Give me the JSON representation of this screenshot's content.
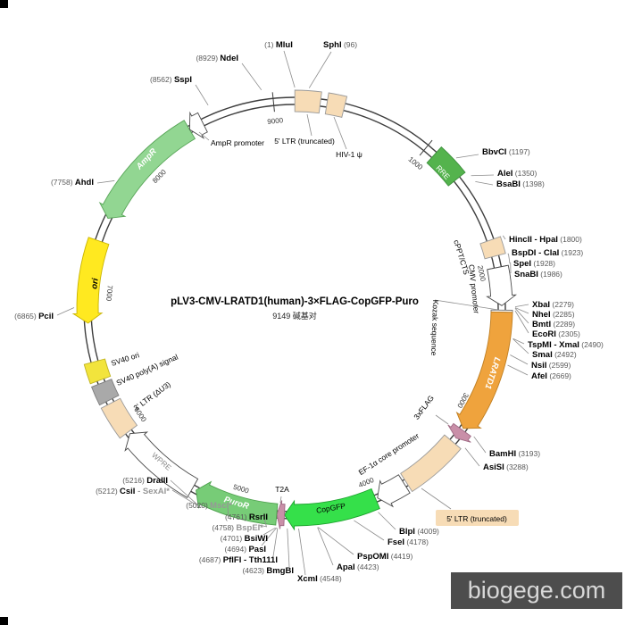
{
  "title": "pLV3-CMV-LRATD1(human)-3×FLAG-CopGFP-Puro",
  "subtitle_bp": "9149 碱基对",
  "watermark": "biogege.com",
  "plasmid": {
    "length_bp": 9149,
    "tick_interval": 1000,
    "ticks": [
      1000,
      2000,
      3000,
      4000,
      5000,
      6000,
      7000,
      8000,
      9000
    ],
    "features": [
      {
        "id": "ltr5top",
        "label": "5' LTR (truncated)",
        "start": 1,
        "end": 181,
        "shape": "box",
        "dir": "none",
        "fill": "#f7dcb6",
        "stroke": "#9a9a9a",
        "label_fill": "#000000"
      },
      {
        "id": "psi",
        "label": "HIV-1 ψ",
        "start": 228,
        "end": 353,
        "shape": "box",
        "dir": "none",
        "fill": "#f7dcb6",
        "stroke": "#9a9a9a",
        "label_fill": "#000000"
      },
      {
        "id": "rre",
        "label": "RRE",
        "start": 1076,
        "end": 1309,
        "shape": "box",
        "dir": "none",
        "fill": "#54b34d",
        "stroke": "#3c8f3c",
        "label_fill": "#ffffff"
      },
      {
        "id": "cppt",
        "label": "cPPT/CTS",
        "start": 1801,
        "end": 1918,
        "shape": "box",
        "dir": "none",
        "fill": "#f7dcb6",
        "stroke": "#9a9a9a",
        "label_fill": "#000000"
      },
      {
        "id": "cmv",
        "label": "CMV promoter",
        "start": 2000,
        "end": 2270,
        "shape": "arrow",
        "dir": "cw",
        "fill": "#ffffff",
        "stroke": "#4a4a4a",
        "label_fill": "#000000"
      },
      {
        "id": "kozak",
        "label": "Kozak sequence",
        "start": 2302,
        "end": 2316,
        "shape": "box",
        "dir": "none",
        "fill": "#ffffff",
        "stroke": "#777777",
        "label_fill": "#000000"
      },
      {
        "id": "lratd1",
        "label": "LRATD1",
        "start": 2316,
        "end": 3190,
        "shape": "arrow",
        "dir": "cw",
        "fill": "#efa33d",
        "stroke": "#c07f22",
        "label_fill": "#ffffff",
        "big": true
      },
      {
        "id": "flag",
        "label": "3xFLAG",
        "start": 3203,
        "end": 3275,
        "shape": "arrow",
        "dir": "cw",
        "fill": "#c98fa8",
        "stroke": "#a06b85",
        "label_fill": "#000000"
      },
      {
        "id": "ltr5b",
        "label": "5' LTR (truncated)",
        "start": 3310,
        "end": 3745,
        "shape": "box",
        "dir": "none",
        "fill": "#f7dcb6",
        "stroke": "#9a9a9a",
        "label_fill": "#000000",
        "label_bg": "#f7dcb6"
      },
      {
        "id": "ef1a",
        "label": "EF-1α core promoter",
        "start": 3763,
        "end": 3975,
        "shape": "arrow",
        "dir": "cw",
        "fill": "#ffffff",
        "stroke": "#4a4a4a",
        "label_fill": "#000000"
      },
      {
        "id": "copgfp",
        "label": "CopGFP",
        "start": 3990,
        "end": 4646,
        "shape": "arrow",
        "dir": "cw",
        "fill": "#35e04a",
        "stroke": "#1da32e",
        "label_fill": "#000000"
      },
      {
        "id": "t2a",
        "label": "T2A",
        "start": 4647,
        "end": 4700,
        "shape": "arrow",
        "dir": "cw",
        "fill": "#c98fa8",
        "stroke": "#a06b85",
        "label_fill": "#000000"
      },
      {
        "id": "puror",
        "label": "PuroR",
        "start": 4701,
        "end": 5297,
        "shape": "arrow",
        "dir": "cw",
        "fill": "#77cc77",
        "stroke": "#4da04d",
        "label_fill": "#ffffff",
        "big": true
      },
      {
        "id": "wpre",
        "label": "WPRE",
        "start": 5325,
        "end": 5913,
        "shape": "arrow",
        "dir": "cw",
        "fill": "#ffffff",
        "stroke": "#4a4a4a",
        "label_fill": "#8a8a8a"
      },
      {
        "id": "ltr3",
        "label": "3' LTR (ΔU3)",
        "start": 5930,
        "end": 6166,
        "shape": "box",
        "dir": "none",
        "fill": "#f7dcb6",
        "stroke": "#9a9a9a",
        "label_fill": "#000000"
      },
      {
        "id": "sv40pa",
        "label": "SV40 poly(A) signal",
        "start": 6190,
        "end": 6322,
        "shape": "box",
        "dir": "none",
        "fill": "#a9a9a9",
        "stroke": "#7e7e7e",
        "label_fill": "#000000"
      },
      {
        "id": "sv40ori",
        "label": "SV40 ori",
        "start": 6345,
        "end": 6480,
        "shape": "box",
        "dir": "none",
        "fill": "#f2e43c",
        "stroke": "#c0b320",
        "label_fill": "#000000"
      },
      {
        "id": "ori",
        "label": "ori",
        "start": 6755,
        "end": 7343,
        "shape": "arrow",
        "dir": "ccw",
        "fill": "#ffe920",
        "stroke": "#c9b400",
        "label_fill": "#000000",
        "big": true
      },
      {
        "id": "ampr",
        "label": "AmpR",
        "start": 7514,
        "end": 8374,
        "shape": "arrow",
        "dir": "ccw",
        "fill": "#92d692",
        "stroke": "#59a659",
        "label_fill": "#ffffff",
        "big": true
      },
      {
        "id": "amprprom",
        "label": "AmpR promoter",
        "start": 8375,
        "end": 8479,
        "shape": "arrow",
        "dir": "ccw",
        "fill": "#ffffff",
        "stroke": "#4a4a4a",
        "label_fill": "#000000"
      }
    ],
    "sites": [
      {
        "bp": 1,
        "parts": [
          [
            "(1) ",
            "p"
          ],
          [
            "MluI",
            "n"
          ]
        ]
      },
      {
        "bp": 96,
        "parts": [
          [
            "SphI",
            "n"
          ],
          [
            " (96)",
            "p"
          ]
        ]
      },
      {
        "bp": 8929,
        "parts": [
          [
            "(8929) ",
            "p"
          ],
          [
            "NdeI",
            "n"
          ]
        ]
      },
      {
        "bp": 8562,
        "parts": [
          [
            "(8562) ",
            "p"
          ],
          [
            "SspI",
            "n"
          ]
        ]
      },
      {
        "bp": 7758,
        "parts": [
          [
            "(7758) ",
            "p"
          ],
          [
            "AhdI",
            "n"
          ]
        ]
      },
      {
        "bp": 6865,
        "parts": [
          [
            "(6865) ",
            "p"
          ],
          [
            "PciI",
            "n"
          ]
        ]
      },
      {
        "bp": 1197,
        "parts": [
          [
            "BbvCI",
            "n"
          ],
          [
            " (1197)",
            "p"
          ]
        ]
      },
      {
        "bp": 1350,
        "parts": [
          [
            "AleI",
            "n"
          ],
          [
            " (1350)",
            "p"
          ]
        ]
      },
      {
        "bp": 1398,
        "parts": [
          [
            "BsaBI",
            "n"
          ],
          [
            " (1398)",
            "p"
          ]
        ]
      },
      {
        "bp": 1800,
        "parts": [
          [
            "HincII - HpaI",
            "n"
          ],
          [
            " (1800)",
            "p"
          ]
        ]
      },
      {
        "bp": 1923,
        "parts": [
          [
            "BspDI - ClaI",
            "n"
          ],
          [
            " (1923)",
            "p"
          ]
        ]
      },
      {
        "bp": 1928,
        "parts": [
          [
            "SpeI",
            "n"
          ],
          [
            " (1928)",
            "p"
          ]
        ]
      },
      {
        "bp": 1986,
        "parts": [
          [
            "SnaBI",
            "n"
          ],
          [
            " (1986)",
            "p"
          ]
        ]
      },
      {
        "bp": 2279,
        "parts": [
          [
            "XbaI",
            "n"
          ],
          [
            " (2279)",
            "p"
          ]
        ]
      },
      {
        "bp": 2285,
        "parts": [
          [
            "NheI",
            "n"
          ],
          [
            " (2285)",
            "p"
          ]
        ]
      },
      {
        "bp": 2289,
        "parts": [
          [
            "BmtI",
            "n"
          ],
          [
            " (2289)",
            "p"
          ]
        ]
      },
      {
        "bp": 2305,
        "parts": [
          [
            "EcoRI",
            "n"
          ],
          [
            " (2305)",
            "p"
          ]
        ]
      },
      {
        "bp": 2490,
        "parts": [
          [
            "TspMI - XmaI",
            "n"
          ],
          [
            " (2490)",
            "p"
          ]
        ]
      },
      {
        "bp": 2492,
        "parts": [
          [
            "SmaI",
            "n"
          ],
          [
            " (2492)",
            "p"
          ]
        ]
      },
      {
        "bp": 2599,
        "parts": [
          [
            "NsiI",
            "n"
          ],
          [
            " (2599)",
            "p"
          ]
        ]
      },
      {
        "bp": 2669,
        "parts": [
          [
            "AfeI",
            "n"
          ],
          [
            " (2669)",
            "p"
          ]
        ]
      },
      {
        "bp": 3193,
        "parts": [
          [
            "BamHI",
            "n"
          ],
          [
            " (3193)",
            "p"
          ]
        ]
      },
      {
        "bp": 3288,
        "parts": [
          [
            "AsiSI",
            "n"
          ],
          [
            " (3288)",
            "p"
          ]
        ]
      },
      {
        "bp": 4009,
        "parts": [
          [
            "BlpI",
            "n"
          ],
          [
            " (4009)",
            "p"
          ]
        ]
      },
      {
        "bp": 4178,
        "parts": [
          [
            "FseI",
            "n"
          ],
          [
            " (4178)",
            "p"
          ]
        ]
      },
      {
        "bp": 4419,
        "parts": [
          [
            "PspOMI",
            "n"
          ],
          [
            " (4419)",
            "p"
          ]
        ]
      },
      {
        "bp": 4423,
        "parts": [
          [
            "ApaI",
            "n"
          ],
          [
            " (4423)",
            "p"
          ]
        ]
      },
      {
        "bp": 4548,
        "parts": [
          [
            "XcmI",
            "n"
          ],
          [
            " (4548)",
            "p"
          ]
        ]
      },
      {
        "bp": 4623,
        "parts": [
          [
            "(4623) ",
            "p"
          ],
          [
            "BmgBI",
            "n"
          ]
        ]
      },
      {
        "bp": 4687,
        "parts": [
          [
            "(4687) ",
            "p"
          ],
          [
            "PflFI - Tth111I",
            "n"
          ]
        ]
      },
      {
        "bp": 4694,
        "parts": [
          [
            "(4694) ",
            "p"
          ],
          [
            "PasI",
            "n"
          ]
        ]
      },
      {
        "bp": 4701,
        "parts": [
          [
            "(4701) ",
            "p"
          ],
          [
            "BsiWI",
            "n"
          ]
        ]
      },
      {
        "bp": 4758,
        "parts": [
          [
            "(4758) ",
            "p"
          ],
          [
            "BspEI*",
            "g"
          ]
        ]
      },
      {
        "bp": 4761,
        "parts": [
          [
            "(4761) ",
            "p"
          ],
          [
            "RsrII",
            "n"
          ]
        ]
      },
      {
        "bp": 5020,
        "parts": [
          [
            "(5020) ",
            "p"
          ],
          [
            "MscI*",
            "g"
          ]
        ]
      },
      {
        "bp": 5212,
        "parts": [
          [
            "(5212) ",
            "p"
          ],
          [
            "CsiI",
            "n"
          ],
          [
            " - SexAI*",
            "g"
          ]
        ]
      },
      {
        "bp": 5216,
        "parts": [
          [
            "(5216) ",
            "p"
          ],
          [
            "DraIII",
            "n"
          ]
        ]
      }
    ]
  }
}
